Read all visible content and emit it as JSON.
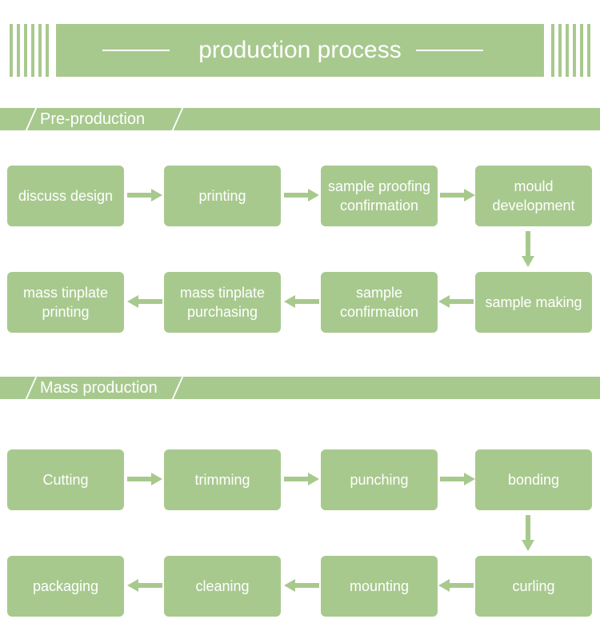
{
  "title": "production process",
  "sections": [
    {
      "label": "Pre-production",
      "steps": [
        "discuss design",
        "printing",
        "sample proofing confirmation",
        "mould development",
        "sample making",
        "sample confirmation",
        "mass tinplate purchasing",
        "mass tinplate printing"
      ]
    },
    {
      "label": "Mass production",
      "steps": [
        "Cutting",
        "trimming",
        "punching",
        "bonding",
        "curling",
        "mounting",
        "cleaning",
        "packaging"
      ]
    }
  ],
  "colors": {
    "accent": "#a8c98e",
    "text": "#ffffff"
  }
}
